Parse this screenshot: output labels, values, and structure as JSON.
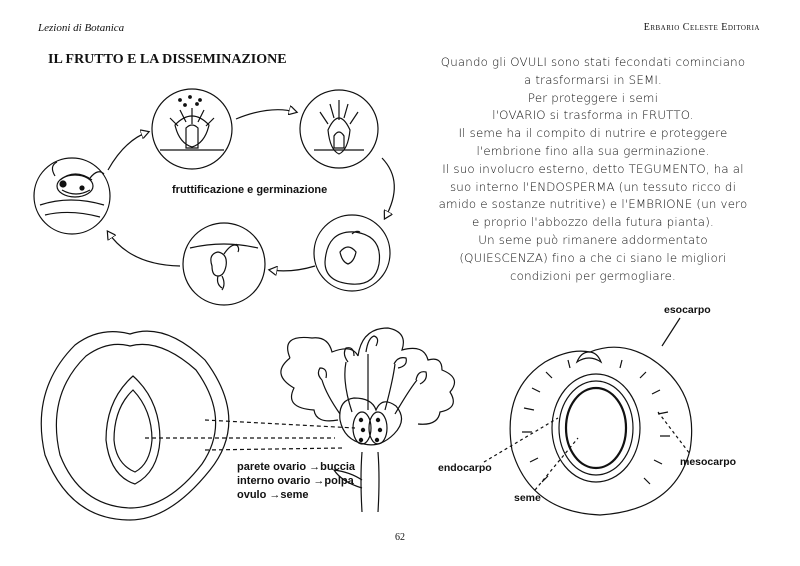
{
  "header": {
    "left": "Lezioni di Botanica",
    "right": "Erbario Celeste Editoria"
  },
  "title": "IL FRUTTO E LA DISSEMINAZIONE",
  "paragraph": [
    "Quando gli OVULI sono stati fecondati cominciano",
    "a trasformarsi in SEMI.",
    "Per proteggere i semi",
    "l'OVARIO si trasforma in FRUTTO.",
    "Il seme ha il compito di nutrire e proteggere",
    "l'embrione fino alla sua germinazione.",
    "Il suo involucro esterno, detto TEGUMENTO, ha al",
    "suo interno l'ENDOSPERMA (un tessuto ricco di",
    "amido e sostanze nutritive) e l'EMBRIONE (un vero",
    "e proprio l'abbozzo della futura pianta).",
    "Un seme può rimanere addormentato",
    "(QUIESCENZA) fino a che ci siano le migliori",
    "condizioni per germogliare."
  ],
  "cycle_label": "fruttificazione e germinazione",
  "legend": [
    "parete ovario →buccia",
    "interno ovario →polpa",
    "ovulo →seme"
  ],
  "labels": {
    "esocarpo": "esocarpo",
    "mesocarpo": "mesocarpo",
    "endocarpo": "endocarpo",
    "seme": "seme"
  },
  "page_number": "62"
}
